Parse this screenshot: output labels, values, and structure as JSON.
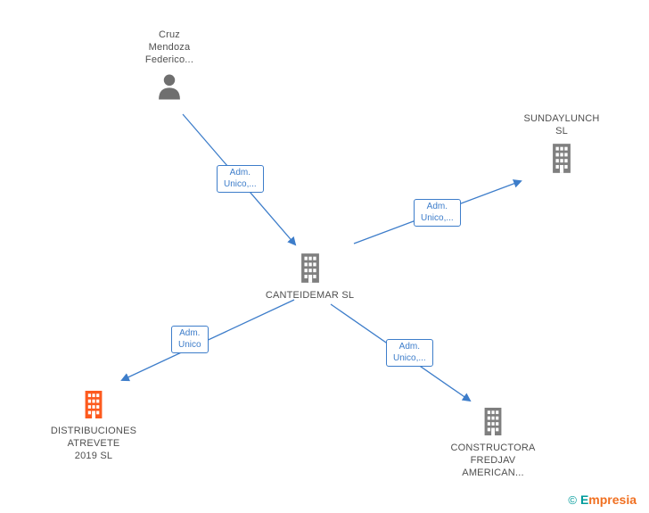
{
  "diagram": {
    "nodes": {
      "person": {
        "type": "person",
        "lines": [
          "Cruz",
          "Mendoza",
          "Federico..."
        ]
      },
      "sundaylunch": {
        "type": "company",
        "lines": [
          "SUNDAYLUNCH",
          "SL"
        ]
      },
      "canteidemar": {
        "type": "company",
        "label": "CANTEIDEMAR SL"
      },
      "distribuciones": {
        "type": "company",
        "highlighted": true,
        "lines": [
          "DISTRIBUCIONES",
          "ATREVETE",
          "2019 SL"
        ]
      },
      "constructora": {
        "type": "company",
        "lines": [
          "CONSTRUCTORA",
          "FREDJAV",
          "AMERICAN..."
        ]
      }
    },
    "edges": [
      {
        "from": "person",
        "to": "canteidemar",
        "lines": [
          "Adm.",
          "Unico,..."
        ]
      },
      {
        "from": "canteidemar",
        "to": "sundaylunch",
        "lines": [
          "Adm.",
          "Unico,..."
        ]
      },
      {
        "from": "canteidemar",
        "to": "distribuciones",
        "lines": [
          "Adm.",
          "Unico"
        ]
      },
      {
        "from": "canteidemar",
        "to": "constructora",
        "lines": [
          "Adm.",
          "Unico,..."
        ]
      }
    ],
    "colors": {
      "edge_blue": "#3d7dca",
      "node_gray": "#7f7f7f",
      "highlight_orange": "#fd5a1e",
      "label_text": "#4f4f4f",
      "brand_teal": "#009b9b",
      "brand_orange": "#f07021"
    }
  },
  "footer": {
    "copyright_symbol": "©",
    "brand": "Empresia"
  }
}
